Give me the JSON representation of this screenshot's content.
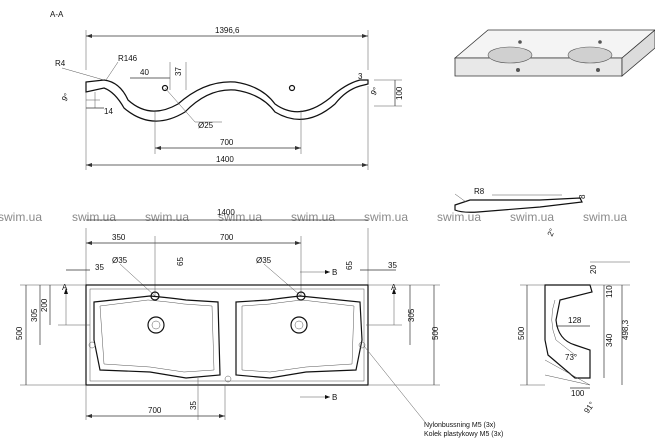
{
  "section_label": "A-A",
  "watermark": "swim.ua",
  "top_view": {
    "overall_width": "1396,6",
    "radius_edge": "R4",
    "radius_bowl": "R146",
    "offset_40": "40",
    "height_37": "37",
    "depth_3": "3",
    "depth_100": "100",
    "angle_left": "9°",
    "angle_right": "9°",
    "offset_14": "14",
    "drain_dia": "Ø25",
    "spacing_700": "700",
    "total_1400": "1400"
  },
  "side_view": {
    "radius": "R8",
    "height_8": "8",
    "angle": "2°"
  },
  "plan_view": {
    "total_1400": "1400",
    "left_350": "350",
    "center_700": "700",
    "left_35": "35",
    "tap_dia_left": "Ø35",
    "tap_dia_right": "Ø35",
    "offset_65_left": "65",
    "offset_65_right": "65",
    "right_35": "35",
    "section_b_top": "B",
    "section_b_bottom": "B",
    "section_a_left": "A",
    "section_a_right": "A",
    "height_200": "200",
    "height_305_left": "305",
    "height_305_right": "305",
    "height_500_left": "500",
    "height_500_right": "500",
    "bottom_700": "700",
    "bottom_35": "35"
  },
  "section_view": {
    "dim_20": "20",
    "dim_110": "110",
    "dim_128": "128",
    "dim_340": "340",
    "dim_498": "498,3",
    "dim_500": "500",
    "dim_100": "100",
    "angle_73": "73°",
    "angle_91": "91°"
  },
  "note": {
    "line1": "Nylonbussning M5 (3x)",
    "line2": "Kolek plastykowy M5 (3x)"
  }
}
